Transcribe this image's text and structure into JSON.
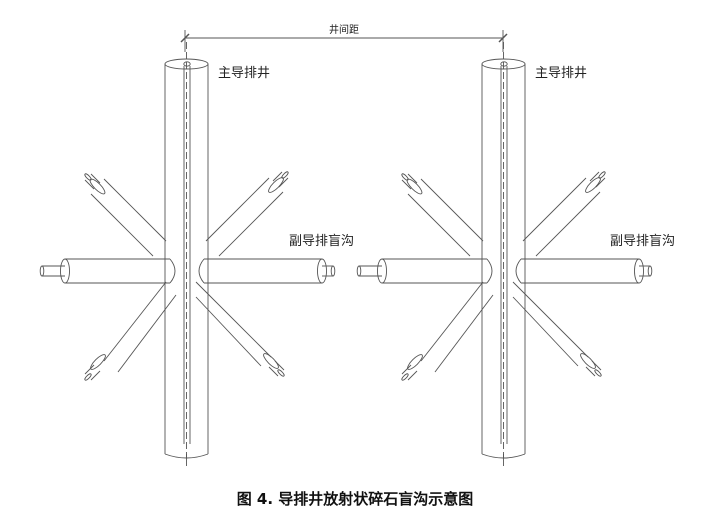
{
  "labels": {
    "spacing": "井间距",
    "main_well": "主导排井",
    "branch_drain": "副导排盲沟"
  },
  "caption": "图 4. 导排井放射状碎石盲沟示意图"
}
